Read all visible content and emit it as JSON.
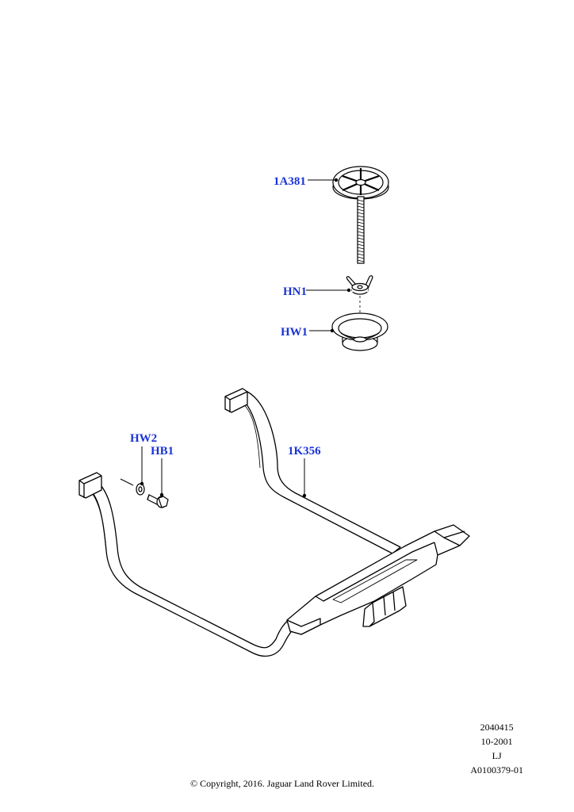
{
  "callouts": {
    "part_1a381": "1A381",
    "part_hn1": "HN1",
    "part_hw1": "HW1",
    "part_hw2": "HW2",
    "part_hb1": "HB1",
    "part_1k356": "1K356"
  },
  "reference": {
    "line1": "2040415",
    "line2": "10-2001",
    "line3": "LJ",
    "line4": "A0100379-01"
  },
  "copyright": "© Copyright, 2016. Jaguar Land Rover Limited.",
  "colors": {
    "callout_text": "#1a33d6",
    "line_art": "#000000"
  }
}
